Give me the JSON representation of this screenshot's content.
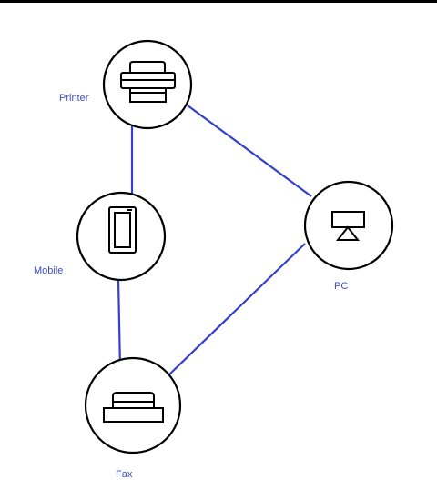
{
  "diagram": {
    "nodes": [
      {
        "id": "printer",
        "label": "Printer",
        "icon": "printer-icon"
      },
      {
        "id": "mobile",
        "label": "Mobile",
        "icon": "mobile-phone-icon"
      },
      {
        "id": "pc",
        "label": "PC",
        "icon": "monitor-icon"
      },
      {
        "id": "fax",
        "label": "Fax",
        "icon": "fax-icon"
      }
    ],
    "edges": [
      {
        "from": "printer",
        "to": "mobile"
      },
      {
        "from": "printer",
        "to": "pc"
      },
      {
        "from": "mobile",
        "to": "fax"
      },
      {
        "from": "pc",
        "to": "fax"
      }
    ]
  },
  "colors": {
    "edge": "#3440c8",
    "label": "#3a4fc2",
    "outline": "#000000",
    "background": "#ffffff",
    "top_border": "#000000"
  }
}
